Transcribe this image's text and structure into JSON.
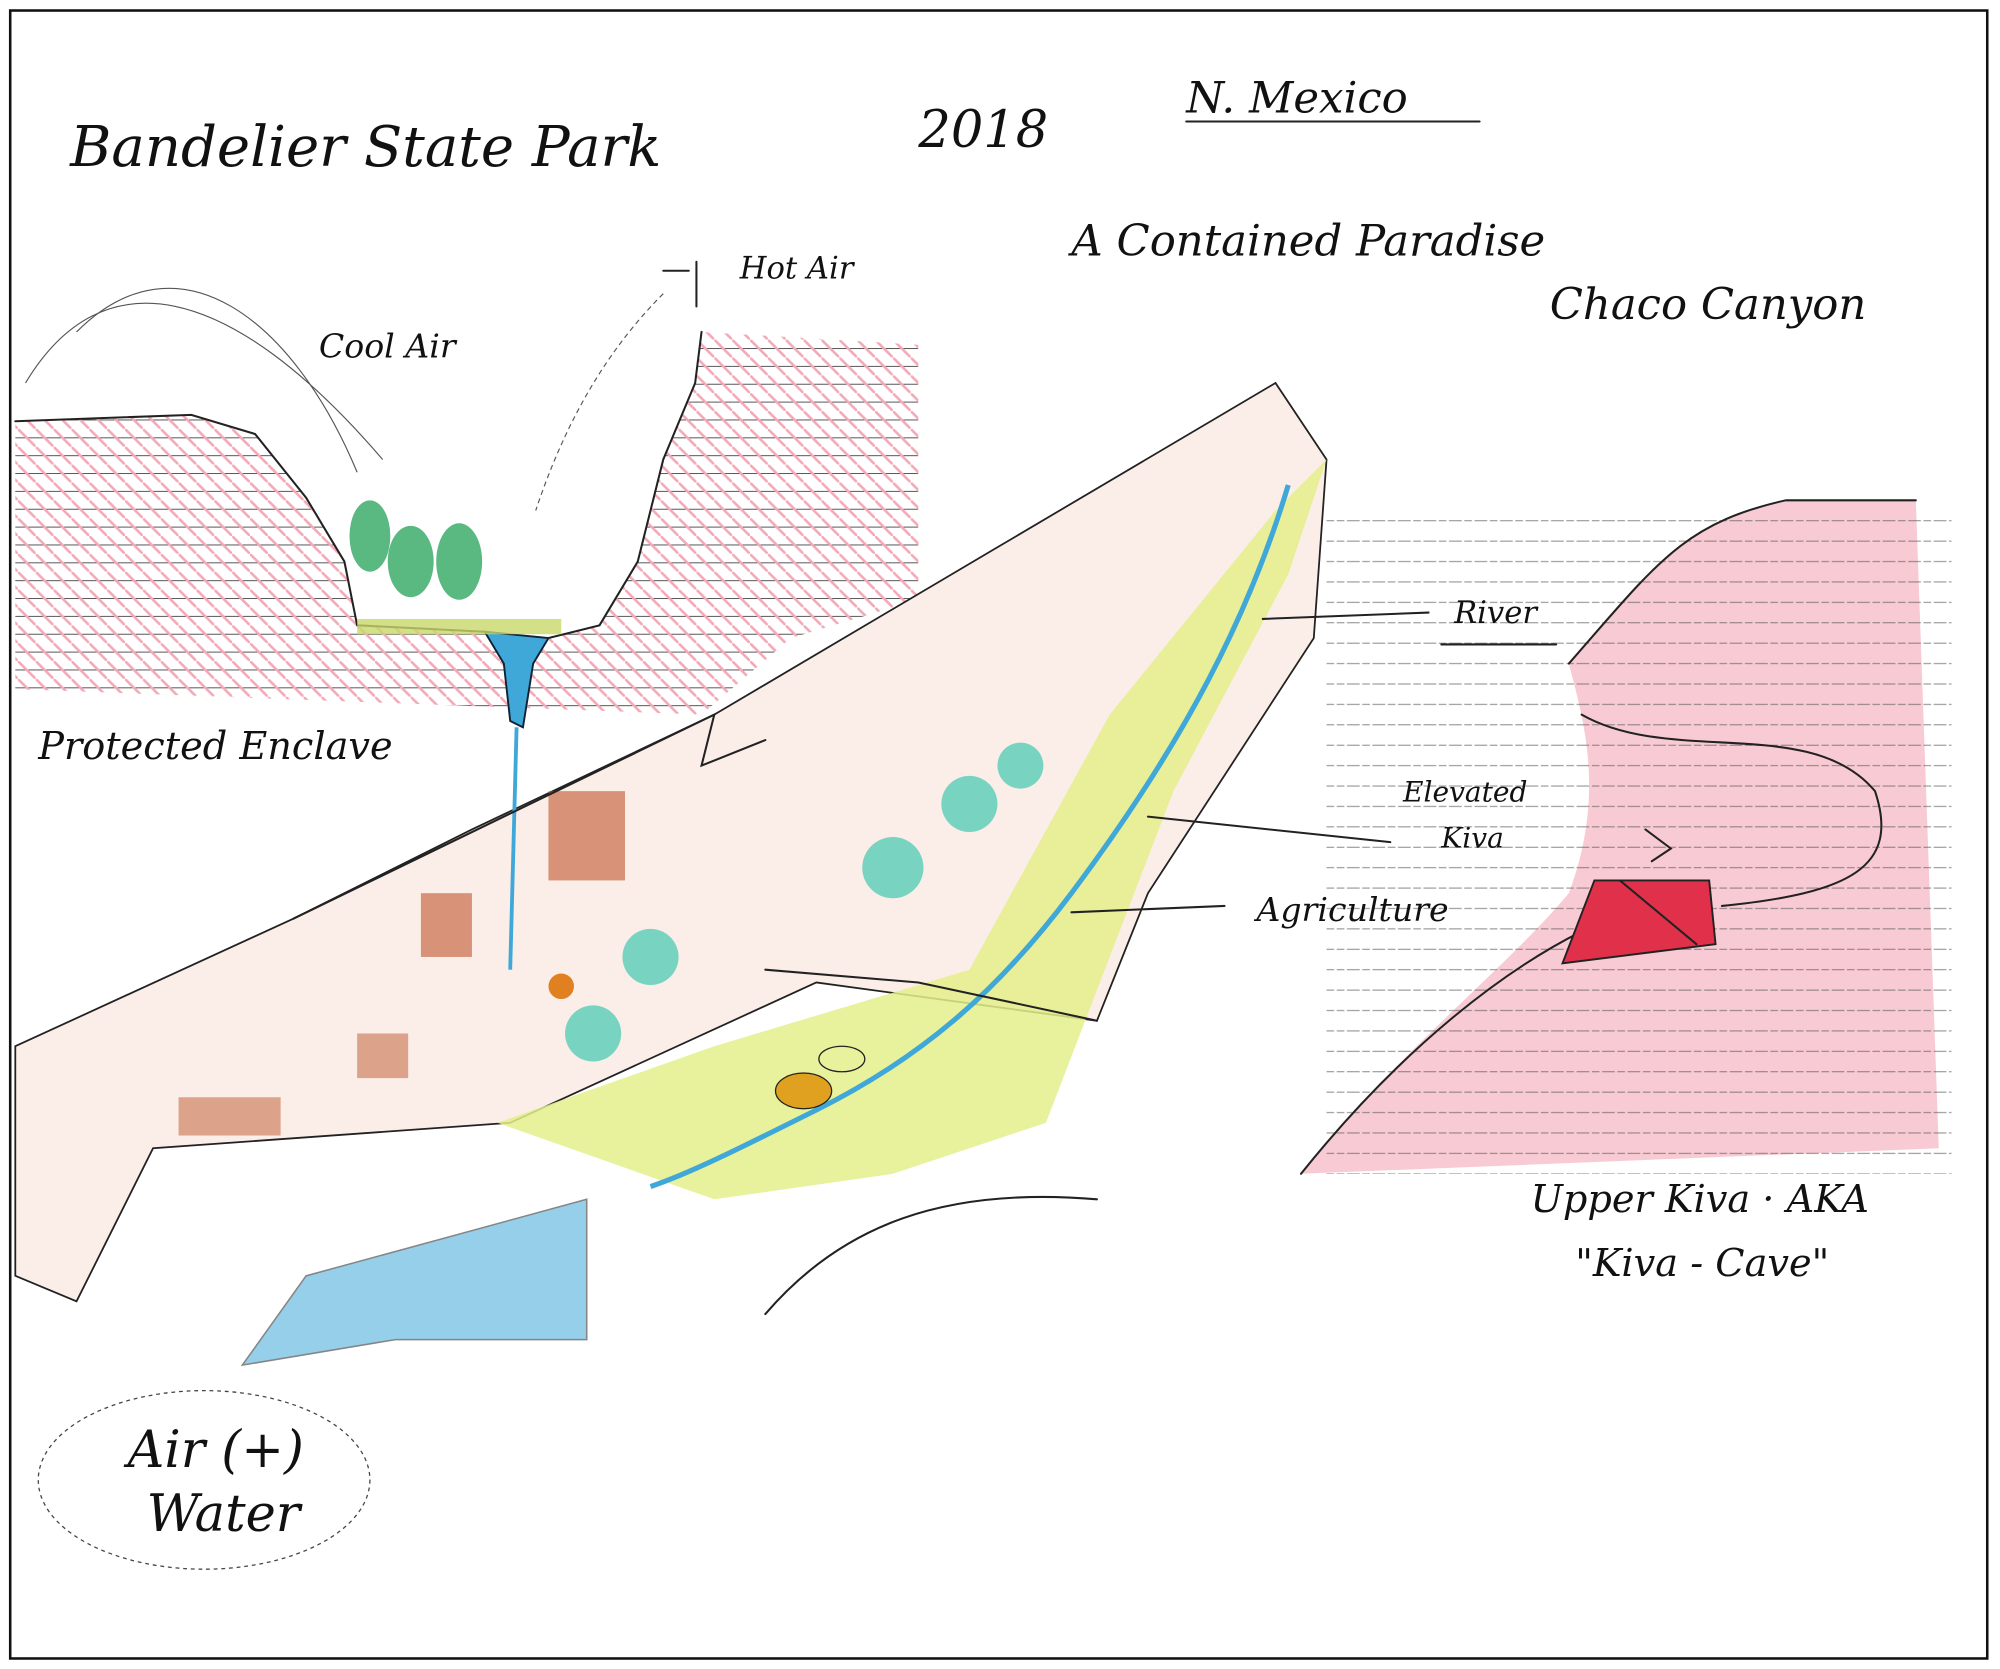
{
  "title": "Bandelier State Park",
  "year": "2018",
  "location": "N. Mexico",
  "subtitle": "A Contained Paradise",
  "place": "Chaco Canyon",
  "labels": {
    "hot_air": "Hot Air",
    "cool_air": "Cool Air",
    "protected_enclave": "Protected Enclave",
    "river": "River",
    "elevated_kiva_1": "Elevated",
    "elevated_kiva_2": "Kiva",
    "agriculture": "Agriculture",
    "upper_kiva_1": "Upper Kiva · AKA",
    "upper_kiva_2": "\"Kiva - Cave\"",
    "air_water_1": "Air (+)",
    "air_water_2": "Water"
  },
  "colors": {
    "cliff": "#f2a0b0",
    "valley": "#e4ef8a",
    "river": "#3fa8d8",
    "trees": "#2fa860",
    "kiva": "#e0304a",
    "earth": "#c0552c"
  }
}
